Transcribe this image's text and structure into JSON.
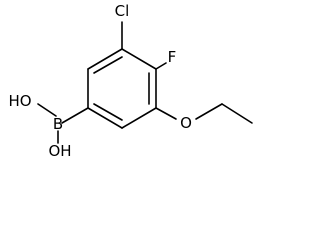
{
  "molecule": {
    "atoms": {
      "cl": "Cl",
      "f": "F",
      "b": "B",
      "oh_top": "HO",
      "oh_bottom": "OH",
      "o_ether": "O"
    }
  }
}
